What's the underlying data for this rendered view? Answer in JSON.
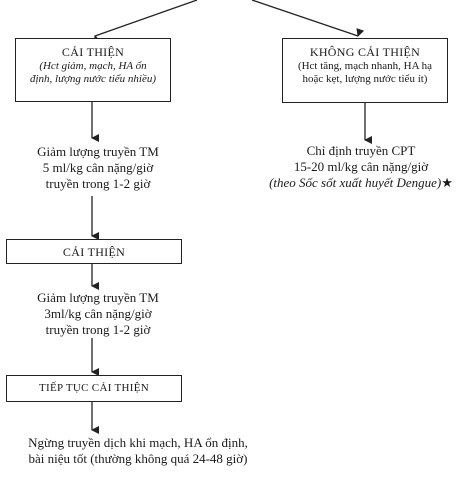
{
  "box_improved": {
    "title": "CẢI THIỆN",
    "detail_1": "(Hct giảm, mạch, HA ổn",
    "detail_2": "định, lượng nước tiểu nhiều)"
  },
  "box_not_improved": {
    "title": "KHÔNG CẢI THIỆN",
    "detail_1": "(Hct tăng, mạch nhanh, HA hạ",
    "detail_2": "hoặc kẹt, lượng nước tiểu ít)"
  },
  "step_reduce_1": {
    "line_1": "Giảm lượng truyền TM",
    "line_2": "5 ml/kg cân nặng/giờ",
    "line_3": "truyền trong 1-2 giờ"
  },
  "step_cpt": {
    "line_1": "Chỉ định truyền CPT",
    "line_2": "15-20 ml/kg cân nặng/giờ",
    "line_3": "(theo Sốc sốt xuất huyết Dengue)",
    "star": "★"
  },
  "box_improved_2": {
    "title": "CẢI THIỆN"
  },
  "step_reduce_2": {
    "line_1": "Giảm lượng truyền TM",
    "line_2": "3ml/kg cân nặng/giờ",
    "line_3": "truyền trong 1-2 giờ"
  },
  "box_continue": {
    "title": "TIẾP TỤC CẢI THIỆN"
  },
  "step_stop": {
    "line_1": "Ngừng truyền dịch khi mạch, HA ổn định,",
    "line_2": "bài niệu tốt (thường không quá 24-48 giờ)"
  }
}
